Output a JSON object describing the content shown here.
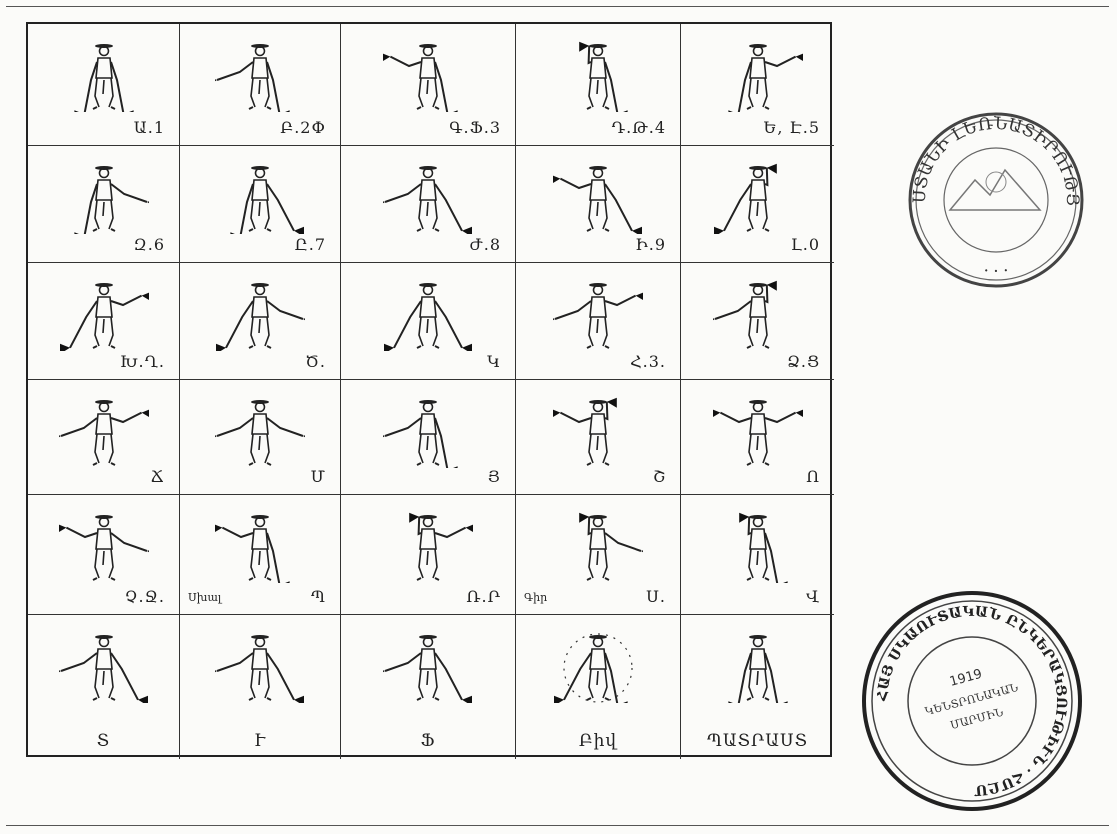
{
  "cells": [
    {
      "label": "Ա.1",
      "pose": "down-down"
    },
    {
      "label": "Բ.2Փ",
      "pose": "side-down"
    },
    {
      "label": "Գ.Ֆ.3",
      "pose": "up-down"
    },
    {
      "label": "Դ.Թ.4",
      "pose": "overhead-down"
    },
    {
      "label": "Ե,   Է.5",
      "pose": "down-up"
    },
    {
      "label": "Զ.6",
      "pose": "down-side"
    },
    {
      "label": "Ը.7",
      "pose": "down-low"
    },
    {
      "label": "Ժ.8",
      "pose": "side-low"
    },
    {
      "label": "Ի.9",
      "pose": "up-low"
    },
    {
      "label": "Լ.0",
      "pose": "low-overhead"
    },
    {
      "label": "Խ.Ղ.",
      "pose": "low-up"
    },
    {
      "label": "Ծ.",
      "pose": "low-side"
    },
    {
      "label": "Կ",
      "pose": "low-low"
    },
    {
      "label": "Հ.3.",
      "pose": "side-up"
    },
    {
      "label": "Ձ.Ց",
      "pose": "side-overhead",
      "sub": ""
    },
    {
      "label": "Ճ",
      "pose": "side-up-r"
    },
    {
      "label": "Մ",
      "pose": "side-side"
    },
    {
      "label": "Յ",
      "pose": "side-downr"
    },
    {
      "label": "Շ",
      "pose": "up-overhead"
    },
    {
      "label": "Ո",
      "pose": "up-up"
    },
    {
      "label": "Չ.Ջ.",
      "pose": "up-side"
    },
    {
      "label": "Պ",
      "pose": "up-downr",
      "sub": "Սխալ"
    },
    {
      "label": "Ռ.Ր",
      "pose": "overhead-up"
    },
    {
      "label": "Ս.",
      "pose": "overhead-side",
      "sub": "Գիր"
    },
    {
      "label": "Վ",
      "pose": "overhead-downr"
    },
    {
      "label": "Տ",
      "pose": "cross-a"
    },
    {
      "label": "Ւ",
      "pose": "cross-b"
    },
    {
      "label": "Ֆ",
      "pose": "cross-c"
    },
    {
      "label": "Բիվ",
      "pose": "circle"
    },
    {
      "label": "ՊԱՏՐԱՍՏ",
      "pose": "rest"
    }
  ],
  "stamps": {
    "round_top": "ԲԱՐՍՏԱՆԻ ԼԵՌՆԱՏԻՐՈՒԹՅՈՒՆ",
    "round_bottom_year": "1919",
    "round_bottom_line1": "ԿԵՆՏՐՈՆԱԿԱՆ",
    "round_bottom_line2": "ՄԱՐՄԻՆ",
    "round_bottom_ring": "ՀԱՅ ՍԿԱՈՒՏԱԿԱՆ ԸՆԿԵՐԱԿՑՈՒԹԻՒՆ · ՀՄԸՄ"
  }
}
